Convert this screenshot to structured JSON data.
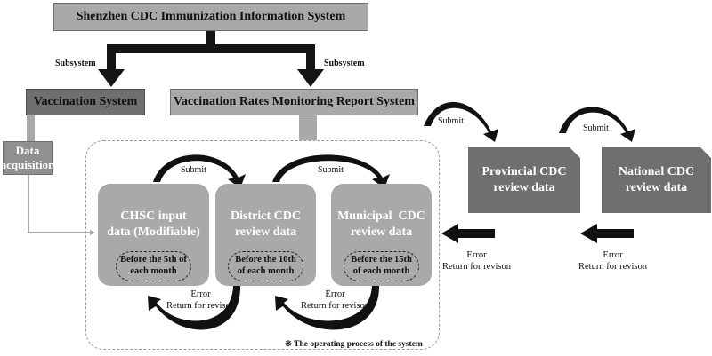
{
  "top": {
    "title": "Shenzhen CDC Immunization Information System"
  },
  "subsystem_left_label": "Subsystem",
  "subsystem_right_label": "Subsystem",
  "vaccination_system": "Vaccination System",
  "monitoring_system": "Vaccination Rates Monitoring Report System",
  "data_acquisition": "Data acquisition",
  "nodes": [
    {
      "title_line1": "CHSC input",
      "title_line2": "data (Modifiable)",
      "deadline_line1": "Before the 5th of",
      "deadline_line2": "each month"
    },
    {
      "title_line1": "District CDC",
      "title_line2": "review data",
      "deadline_line1": "Before the 10th",
      "deadline_line2": "of each month"
    },
    {
      "title_line1": "Municipal  CDC",
      "title_line2": "review data",
      "deadline_line1": "Before the 15th",
      "deadline_line2": "of each month"
    }
  ],
  "submit_labels": [
    "Submit",
    "Submit",
    "Submit",
    "Submit"
  ],
  "error_labels": [
    {
      "line1": "Error",
      "line2": "Return for revison"
    },
    {
      "line1": "Error",
      "line2": "Return for revison"
    },
    {
      "line1": "Error",
      "line2": "Return for revison"
    },
    {
      "line1": "Error",
      "line2": "Return for revison"
    }
  ],
  "provincial": {
    "line1": "Provincial CDC",
    "line2": "review data"
  },
  "national": {
    "line1": "National CDC",
    "line2": "review data"
  },
  "footnote": "※ The operating process of the system",
  "colors": {
    "dark_box": "#6f6f6f",
    "light_box": "#a9a9a9",
    "arrow": "#111111"
  }
}
